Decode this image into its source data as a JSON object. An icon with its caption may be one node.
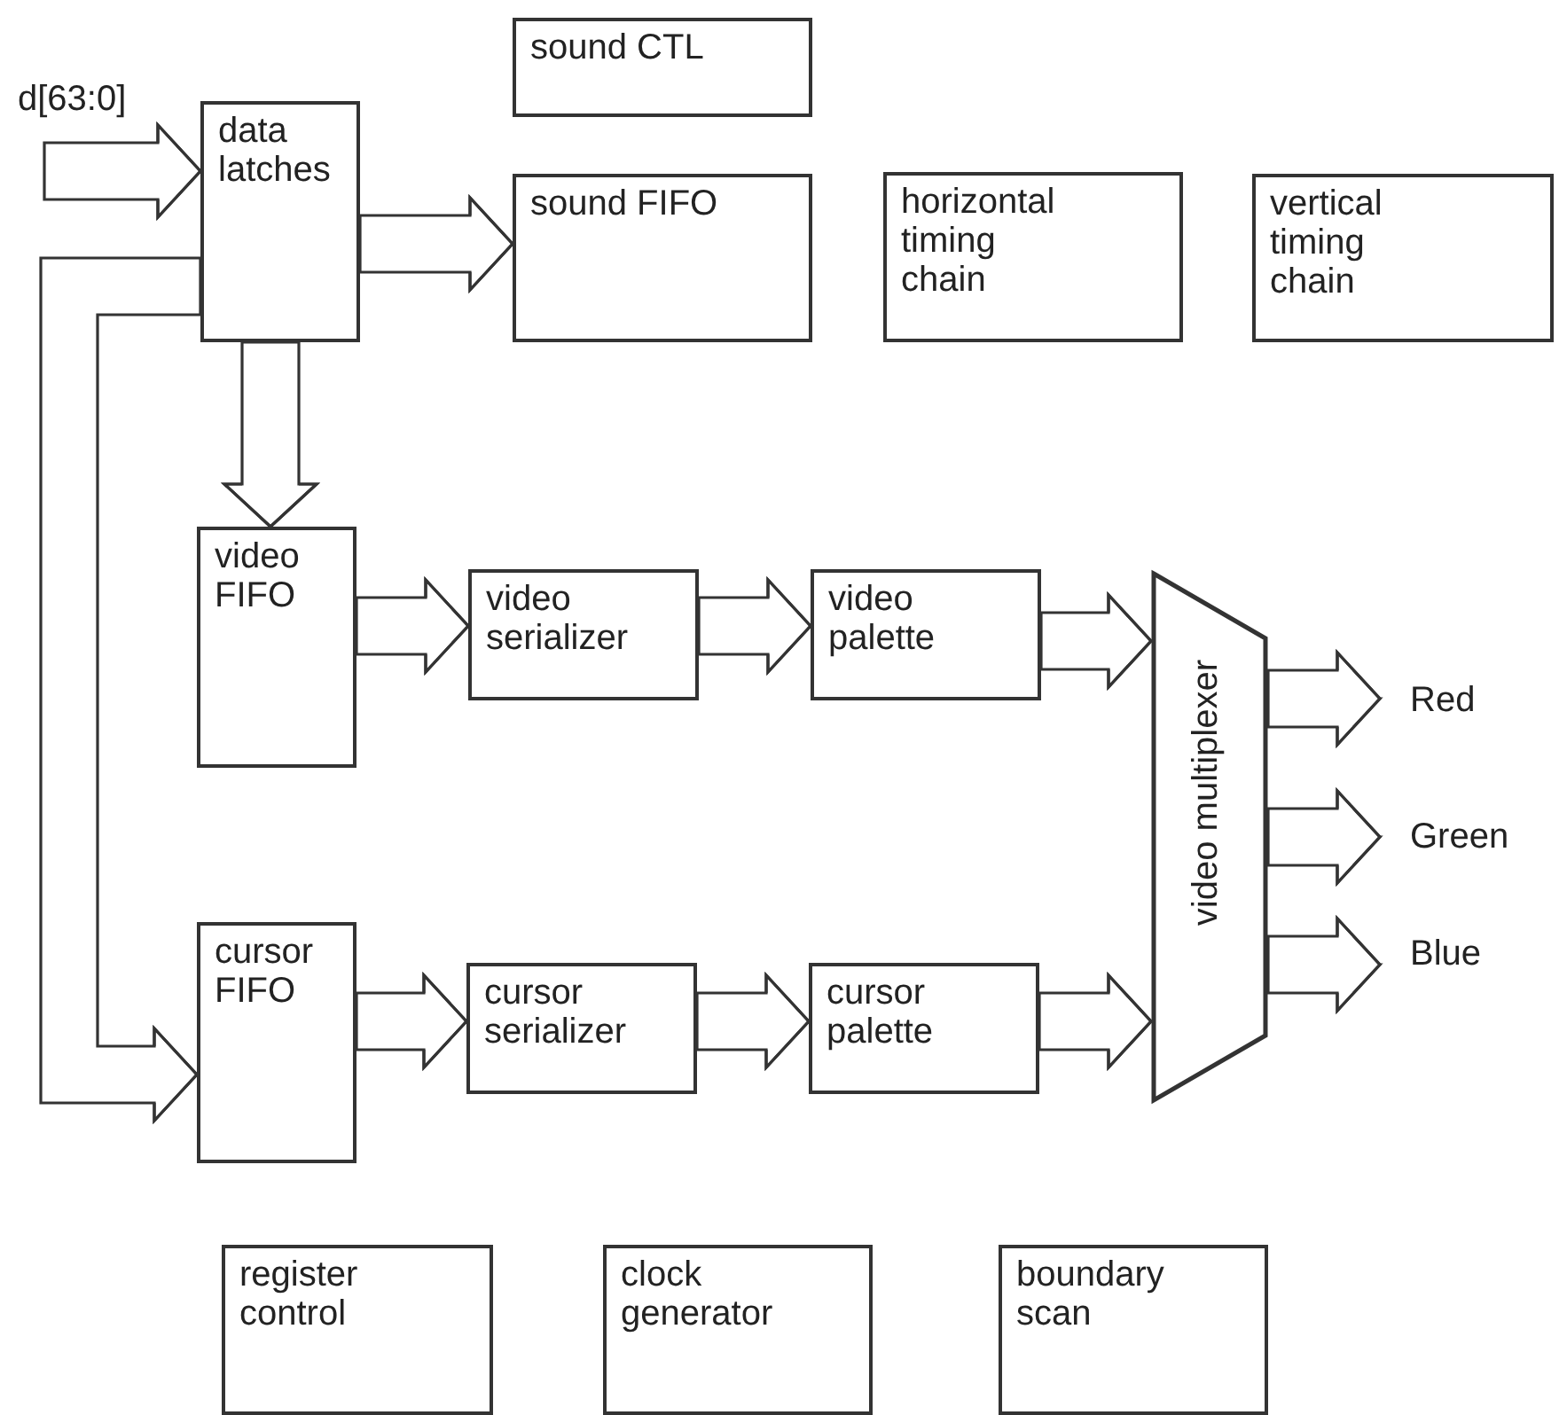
{
  "diagram": {
    "nodes": [
      {
        "text": [
          "sound CTL"
        ]
      },
      {
        "text": [
          "data latches"
        ]
      },
      {
        "text": [
          "sound FIFO"
        ]
      },
      {
        "text": [
          "horizontal timing chain"
        ]
      },
      {
        "text": [
          "vertical timing chain"
        ]
      },
      {
        "text": [
          "video FIFO"
        ]
      },
      {
        "text": [
          "video serializer"
        ]
      },
      {
        "text": [
          "video palette"
        ]
      },
      {
        "text": [
          "video multiplexer"
        ]
      },
      {
        "text": [
          "Red"
        ]
      },
      {
        "text": [
          "Green"
        ]
      },
      {
        "text": [
          "Blue"
        ]
      },
      {
        "text": [
          "cursor FIFO"
        ]
      },
      {
        "text": [
          "cursor serializer"
        ]
      },
      {
        "text": [
          "cursor palette"
        ]
      },
      {
        "text": [
          "register control"
        ]
      },
      {
        "text": [
          "clock generator"
        ]
      },
      {
        "text": [
          "boundary scan"
        ]
      }
    ],
    "edges": [
      {
        "from": null,
        "to": 1,
        "arrow": "to",
        "label": "d[63:0]"
      },
      {
        "from": 1,
        "to": 2,
        "arrow": "to"
      },
      {
        "from": 1,
        "to": 5,
        "arrow": "to"
      },
      {
        "from": 1,
        "to": 12,
        "arrow": "to"
      },
      {
        "from": 5,
        "to": 6,
        "arrow": "to"
      },
      {
        "from": 6,
        "to": 7,
        "arrow": "to"
      },
      {
        "from": 7,
        "to": 8,
        "arrow": "to"
      },
      {
        "from": 12,
        "to": 13,
        "arrow": "to"
      },
      {
        "from": 13,
        "to": 14,
        "arrow": "to"
      },
      {
        "from": 14,
        "to": 8,
        "arrow": "to"
      },
      {
        "from": 8,
        "to": 9,
        "arrow": "to"
      },
      {
        "from": 8,
        "to": 10,
        "arrow": "to"
      },
      {
        "from": 8,
        "to": 11,
        "arrow": "to"
      }
    ]
  }
}
